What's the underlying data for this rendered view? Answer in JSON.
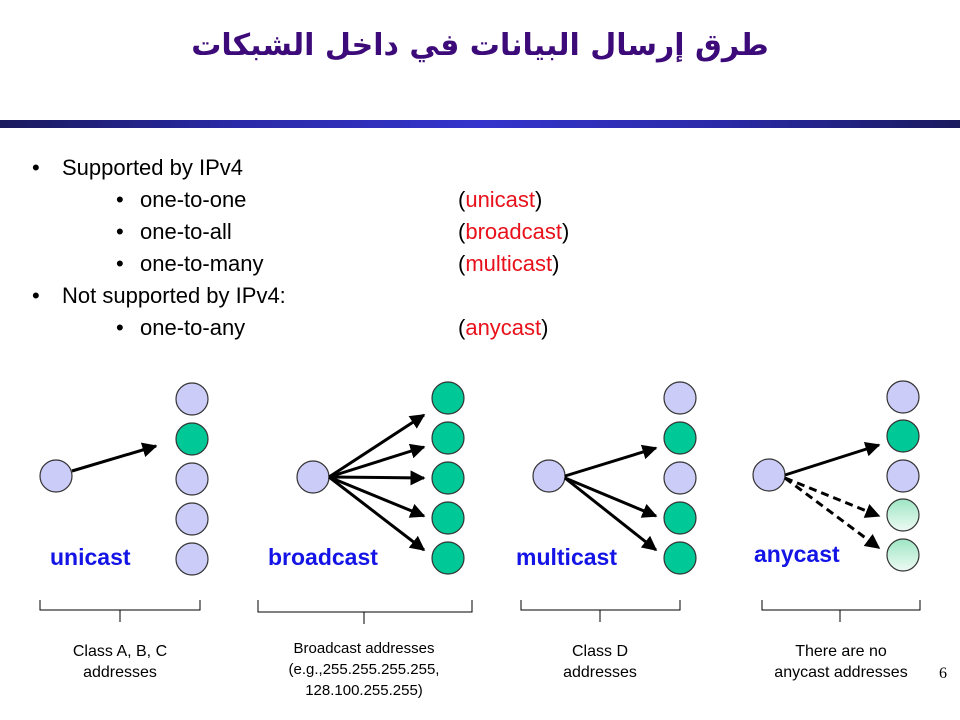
{
  "slide": {
    "title": "طرق إرسال البيانات في داخل الشبكات",
    "page_number": "6",
    "accent_color": "#2a2aa8",
    "title_color": "#3d0a7a"
  },
  "bullets": [
    {
      "level": 1,
      "text": "Supported by IPv4"
    },
    {
      "level": 2,
      "text": "one-to-one",
      "term": "unicast"
    },
    {
      "level": 2,
      "text": "one-to-all",
      "term": "broadcast"
    },
    {
      "level": 2,
      "text": "one-to-many",
      "term": "multicast"
    },
    {
      "level": 1,
      "text": "Not supported by IPv4:"
    },
    {
      "level": 2,
      "text": "one-to-any",
      "term": "anycast"
    }
  ],
  "diagrams": [
    {
      "label": "unicast",
      "caption": [
        "Class A, B, C",
        "addresses"
      ],
      "node_states": [
        "off",
        "on",
        "off",
        "off",
        "off"
      ]
    },
    {
      "label": "broadcast",
      "caption": [
        "Broadcast addresses",
        "(e.g.,255.255.255.255,",
        "128.100.255.255)"
      ],
      "node_states": [
        "on",
        "on",
        "on",
        "on",
        "on"
      ]
    },
    {
      "label": "multicast",
      "caption": [
        "Class D",
        "addresses"
      ],
      "node_states": [
        "off",
        "on",
        "off",
        "on",
        "on"
      ]
    },
    {
      "label": "anycast",
      "caption": [
        "There are no",
        "anycast addresses"
      ],
      "node_states": [
        "off",
        "on",
        "off",
        "light",
        "light"
      ]
    }
  ],
  "colors": {
    "node_off": "#ccccf8",
    "node_on": "#00c896",
    "node_light": "#c8f0dc",
    "label": "#1414e6",
    "term": "#e8101a"
  }
}
